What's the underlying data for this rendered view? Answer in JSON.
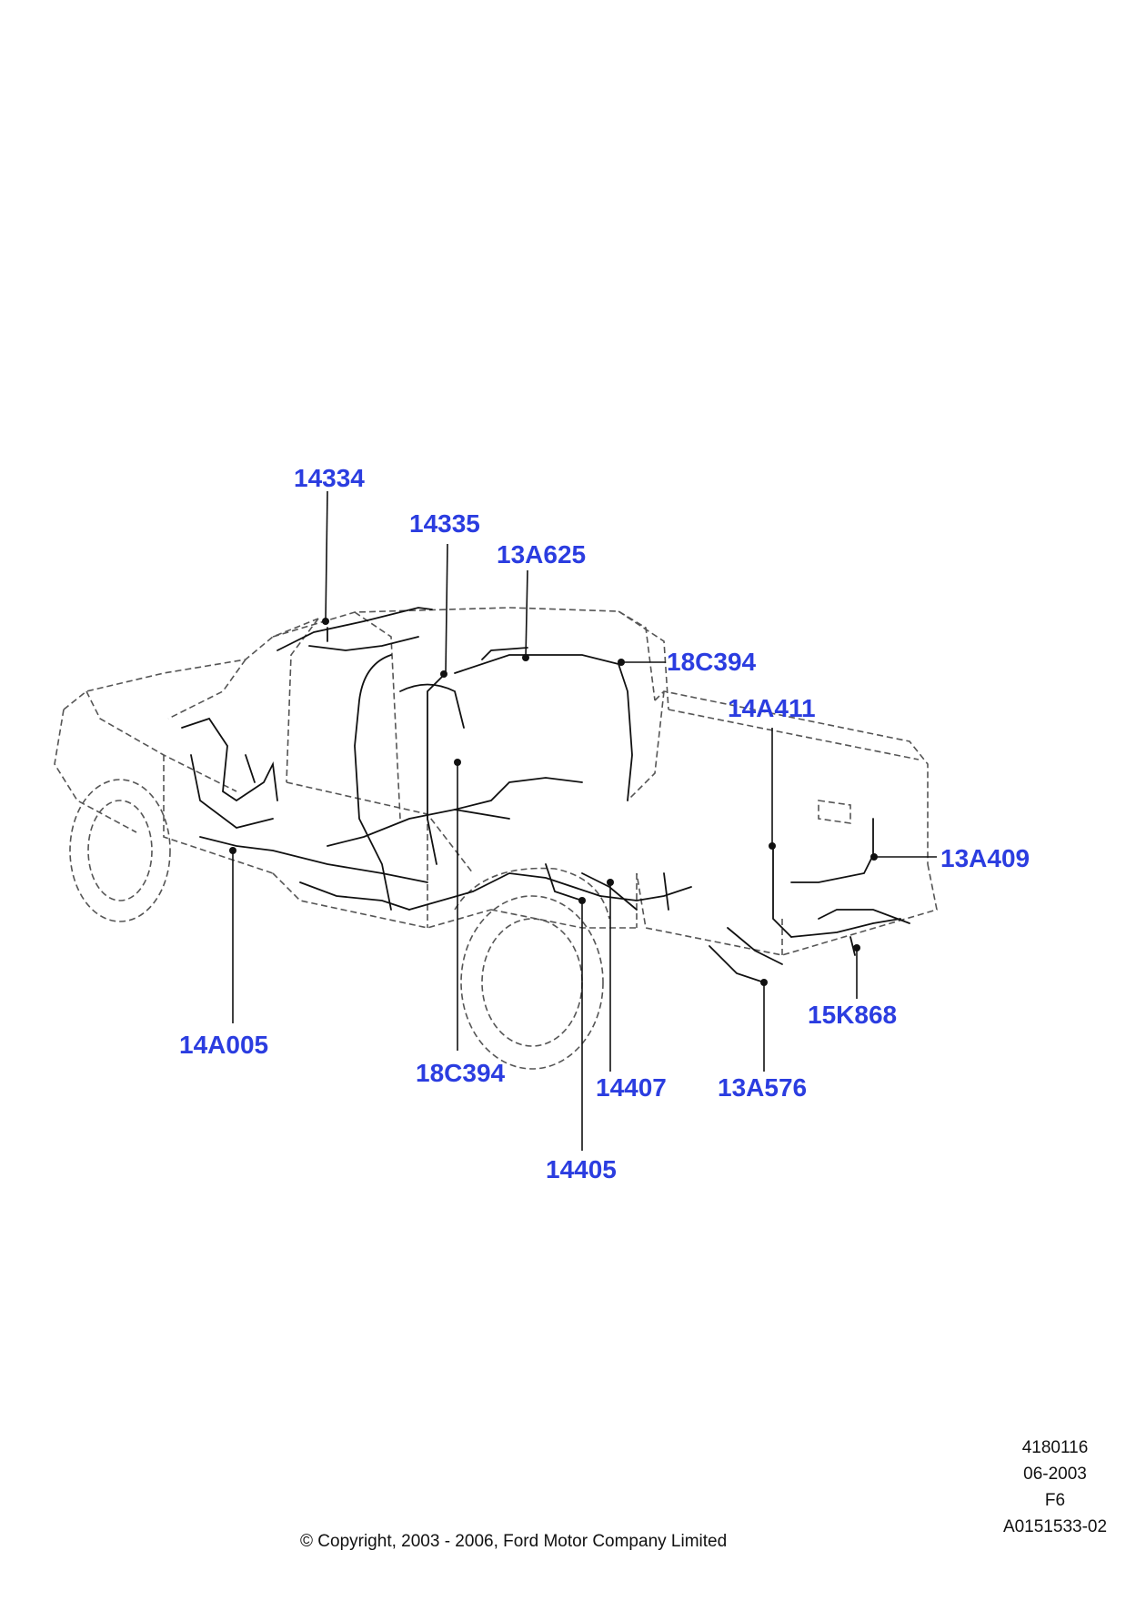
{
  "colors": {
    "label": "#2b3de0",
    "outline": "#555555",
    "harness": "#111111"
  },
  "callouts": [
    {
      "id": "c1",
      "part": "14334"
    },
    {
      "id": "c2",
      "part": "14335"
    },
    {
      "id": "c3",
      "part": "13A625"
    },
    {
      "id": "c4",
      "part": "18C394"
    },
    {
      "id": "c5",
      "part": "14A411"
    },
    {
      "id": "c6",
      "part": "13A409"
    },
    {
      "id": "c7",
      "part": "15K868"
    },
    {
      "id": "c8",
      "part": "14A005"
    },
    {
      "id": "c9",
      "part": "18C394"
    },
    {
      "id": "c10",
      "part": "14407"
    },
    {
      "id": "c11",
      "part": "13A576"
    },
    {
      "id": "c12",
      "part": "14405"
    }
  ],
  "footer": {
    "code1": "4180116",
    "date": "06-2003",
    "variant": "F6",
    "reference": "A0151533-02",
    "copyright": "© Copyright, 2003 - 2006, Ford Motor Company Limited"
  }
}
